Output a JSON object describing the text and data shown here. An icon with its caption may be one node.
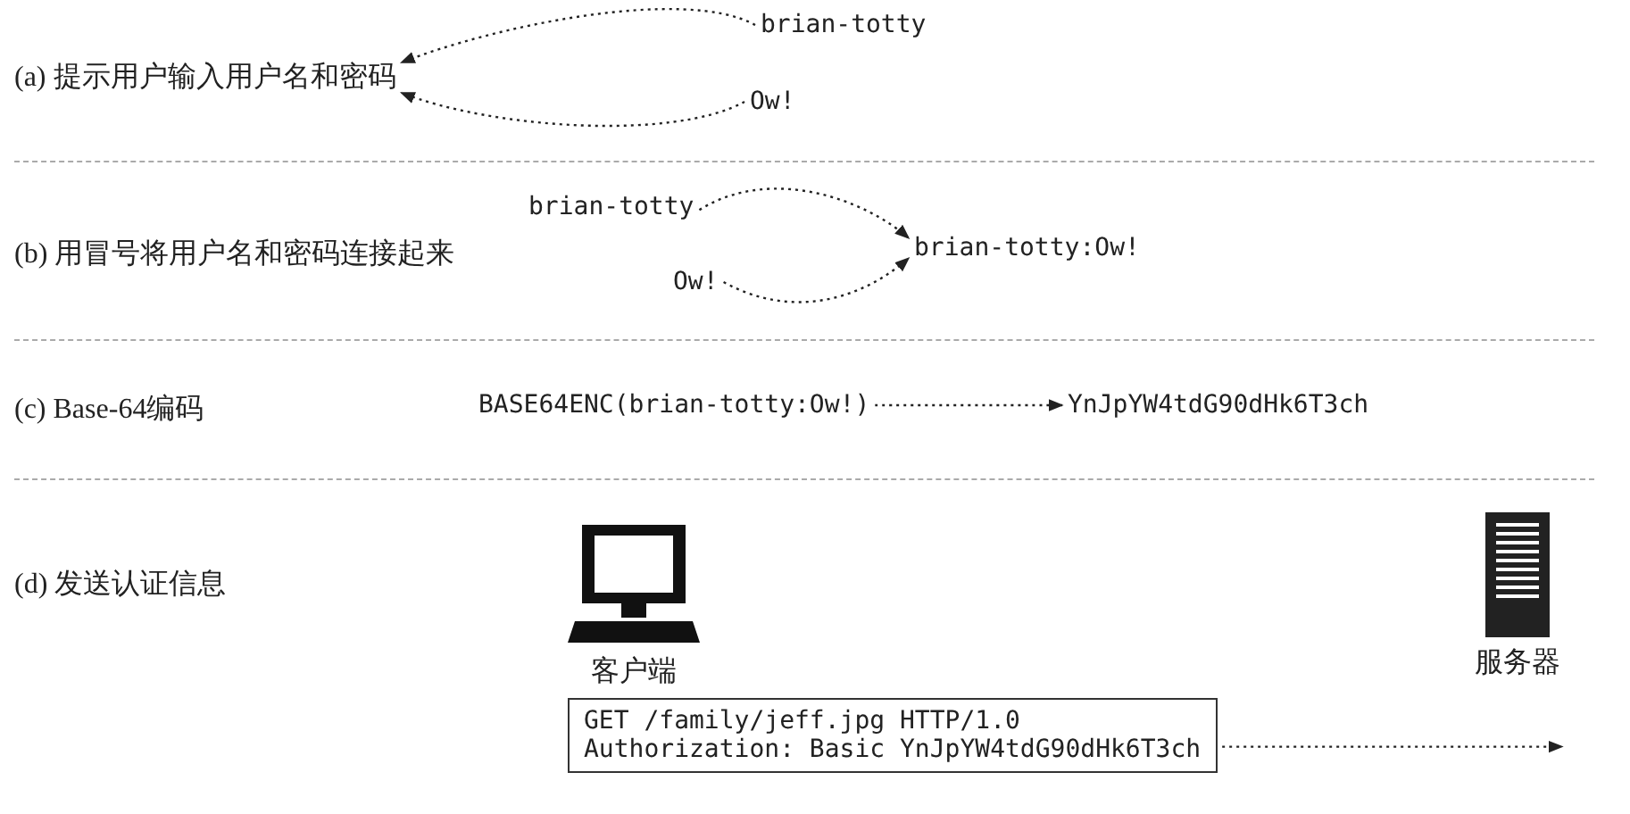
{
  "diagram": {
    "nodes": [
      {
        "text": [
          "(a) 提示用户输入用户名和密码"
        ]
      },
      {
        "text": [
          "brian-totty"
        ]
      },
      {
        "text": [
          "Ow!"
        ]
      },
      {
        "text": [
          "brian-totty"
        ]
      },
      {
        "text": [
          "Ow!"
        ]
      },
      {
        "text": [
          "brian-totty:Ow!"
        ]
      },
      {
        "text": [
          "BASE64ENC(brian-totty:Ow!)"
        ]
      },
      {
        "text": [
          "YnJpYW4tdG90dHk6T3ch"
        ]
      },
      {
        "text": [
          "客户端"
        ]
      },
      {
        "text": [
          "GET /family/jeff.jpg HTTP/1.0",
          "Authorization: Basic YnJpYW4tdG90dHk6T3ch"
        ]
      },
      {
        "text": [
          "服务器"
        ]
      }
    ],
    "edges": [
      {
        "from": 1,
        "to": 0,
        "arrow": "to",
        "style": "dashed"
      },
      {
        "from": 2,
        "to": 0,
        "arrow": "to",
        "style": "dashed"
      },
      {
        "from": 3,
        "to": 5,
        "arrow": "to",
        "style": "dashed"
      },
      {
        "from": 4,
        "to": 5,
        "arrow": "to",
        "style": "dashed"
      },
      {
        "from": 6,
        "to": 7,
        "arrow": "to",
        "style": "dashed"
      },
      {
        "from": 9,
        "to": 10,
        "arrow": "to",
        "style": "dashed"
      }
    ],
    "labels": [
      "(b) 用冒号将用户名和密码连接起来",
      "(c) Base-64编码",
      "(d) 发送认证信息"
    ]
  }
}
